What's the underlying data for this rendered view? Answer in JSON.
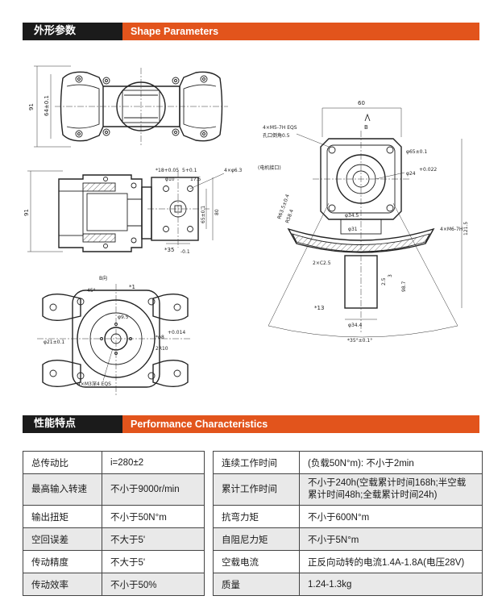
{
  "sections": {
    "shape": {
      "title_cn": "外形参数",
      "title_en": "Shape Parameters"
    },
    "performance": {
      "title_cn": "性能特点",
      "title_en": "Performance Characteristics"
    }
  },
  "drawing_labels": {
    "top_view_height": "91",
    "top_view_inner": "64±0.1",
    "front_label_1": "*18+0.05",
    "front_label_2": "5+0.1",
    "front_holes": "4×φ6.3",
    "front_d10": "φ10",
    "front_d17": "17.5",
    "front_height_left": "91",
    "front_h1": "65±0.1",
    "front_h2": "80",
    "front_width": "*35",
    "front_width_tol": "-0.1",
    "right_width": "60",
    "right_b": "B",
    "right_thread": "4×M5-7H EQS",
    "right_thread_2": "孔口倒角0.5",
    "right_motor_port": "(电机接口)",
    "right_d65": "φ65±0.1",
    "right_d24": "φ24",
    "right_d24_tol": "+0.022",
    "right_d34_5": "φ34.5",
    "right_d31": "φ31",
    "right_arc_1": "R63.5±0.4",
    "right_arc_2": "R58.4",
    "right_m6": "4×M6-7H",
    "right_chamfer": "2×C2.5",
    "right_h121": "121.5",
    "right_h98": "98.7",
    "right_h3": "3",
    "right_h2_5": "2.5",
    "right_13": "*13",
    "right_34_4": "φ34.4",
    "right_35": "*35°±0.1°",
    "bottom_label_b": "B向",
    "bottom_label_1": "*1",
    "bottom_d9_5": "φ9.5",
    "bottom_d8": "*φ8",
    "bottom_d8_tol": "+0.014",
    "bottom_d21": "φ21±0.1",
    "bottom_bolts": "4×M3深4 EQS",
    "bottom_r2": "2R10",
    "bottom_45": "45°"
  },
  "performance_table": {
    "rows": [
      {
        "k1": "总传动比",
        "v1": "i=280±2",
        "k2": "连续工作时间",
        "v2": "(负载50N°m): 不小于2min"
      },
      {
        "k1": "最高输入转速",
        "v1": "不小于9000r/min",
        "k2": "累计工作时间",
        "v2": "不小于240h(空载累计时间168h;半空载累计时间48h;全载累计时间24h)"
      },
      {
        "k1": "输出扭矩",
        "v1": "不小于50N°m",
        "k2": "抗弯力矩",
        "v2": "不小于600N°m"
      },
      {
        "k1": "空回误差",
        "v1": "不大于5'",
        "k2": "自阻尼力矩",
        "v2": "不小于5N°m"
      },
      {
        "k1": "传动精度",
        "v1": "不大于5'",
        "k2": "空载电流",
        "v2": "正反向动转的电流1.4A-1.8A(电压28V)"
      },
      {
        "k1": "传动效率",
        "v1": "不小于50%",
        "k2": "质量",
        "v2": "1.24-1.3kg"
      }
    ]
  }
}
